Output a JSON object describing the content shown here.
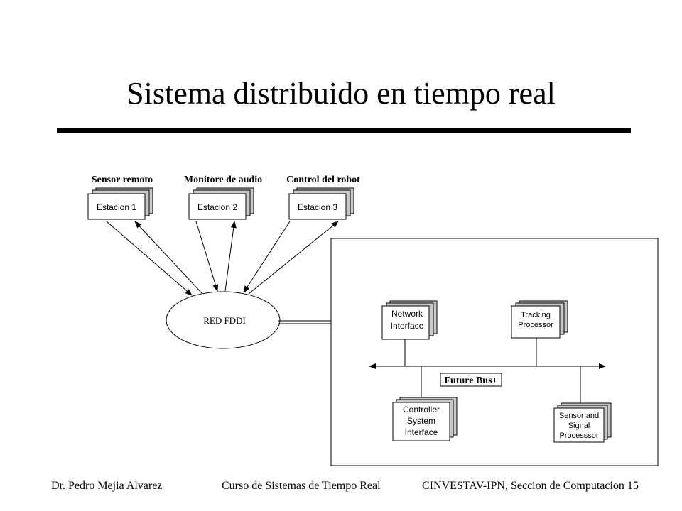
{
  "title": "Sistema distribuido en tiempo real",
  "diagram": {
    "stations": [
      {
        "group_label": "Sensor remoto",
        "box_label": "Estacion 1"
      },
      {
        "group_label": "Monitore de audio",
        "box_label": "Estacion 2"
      },
      {
        "group_label": "Control del robot",
        "box_label": "Estacion 3"
      }
    ],
    "network": {
      "label": "RED FDDI"
    },
    "bus": {
      "label": "Future Bus+"
    },
    "modules": {
      "network_interface": [
        "Network",
        "Interface"
      ],
      "tracking_processor": [
        "Tracking",
        "Processor"
      ],
      "controller_system_interface": [
        "Controller",
        "System",
        "Interface"
      ],
      "sensor_signal_processor": [
        "Sensor and",
        "Signal",
        "Processsor"
      ]
    }
  },
  "footer": {
    "author": "Dr. Pedro Mejia Alvarez",
    "course": "Curso de Sistemas de Tiempo Real",
    "institution": "CINVESTAV-IPN, Seccion de Computacion 15"
  },
  "colors": {
    "shadow_fill": "#c8c8c8",
    "line": "#000000",
    "background": "#ffffff"
  }
}
